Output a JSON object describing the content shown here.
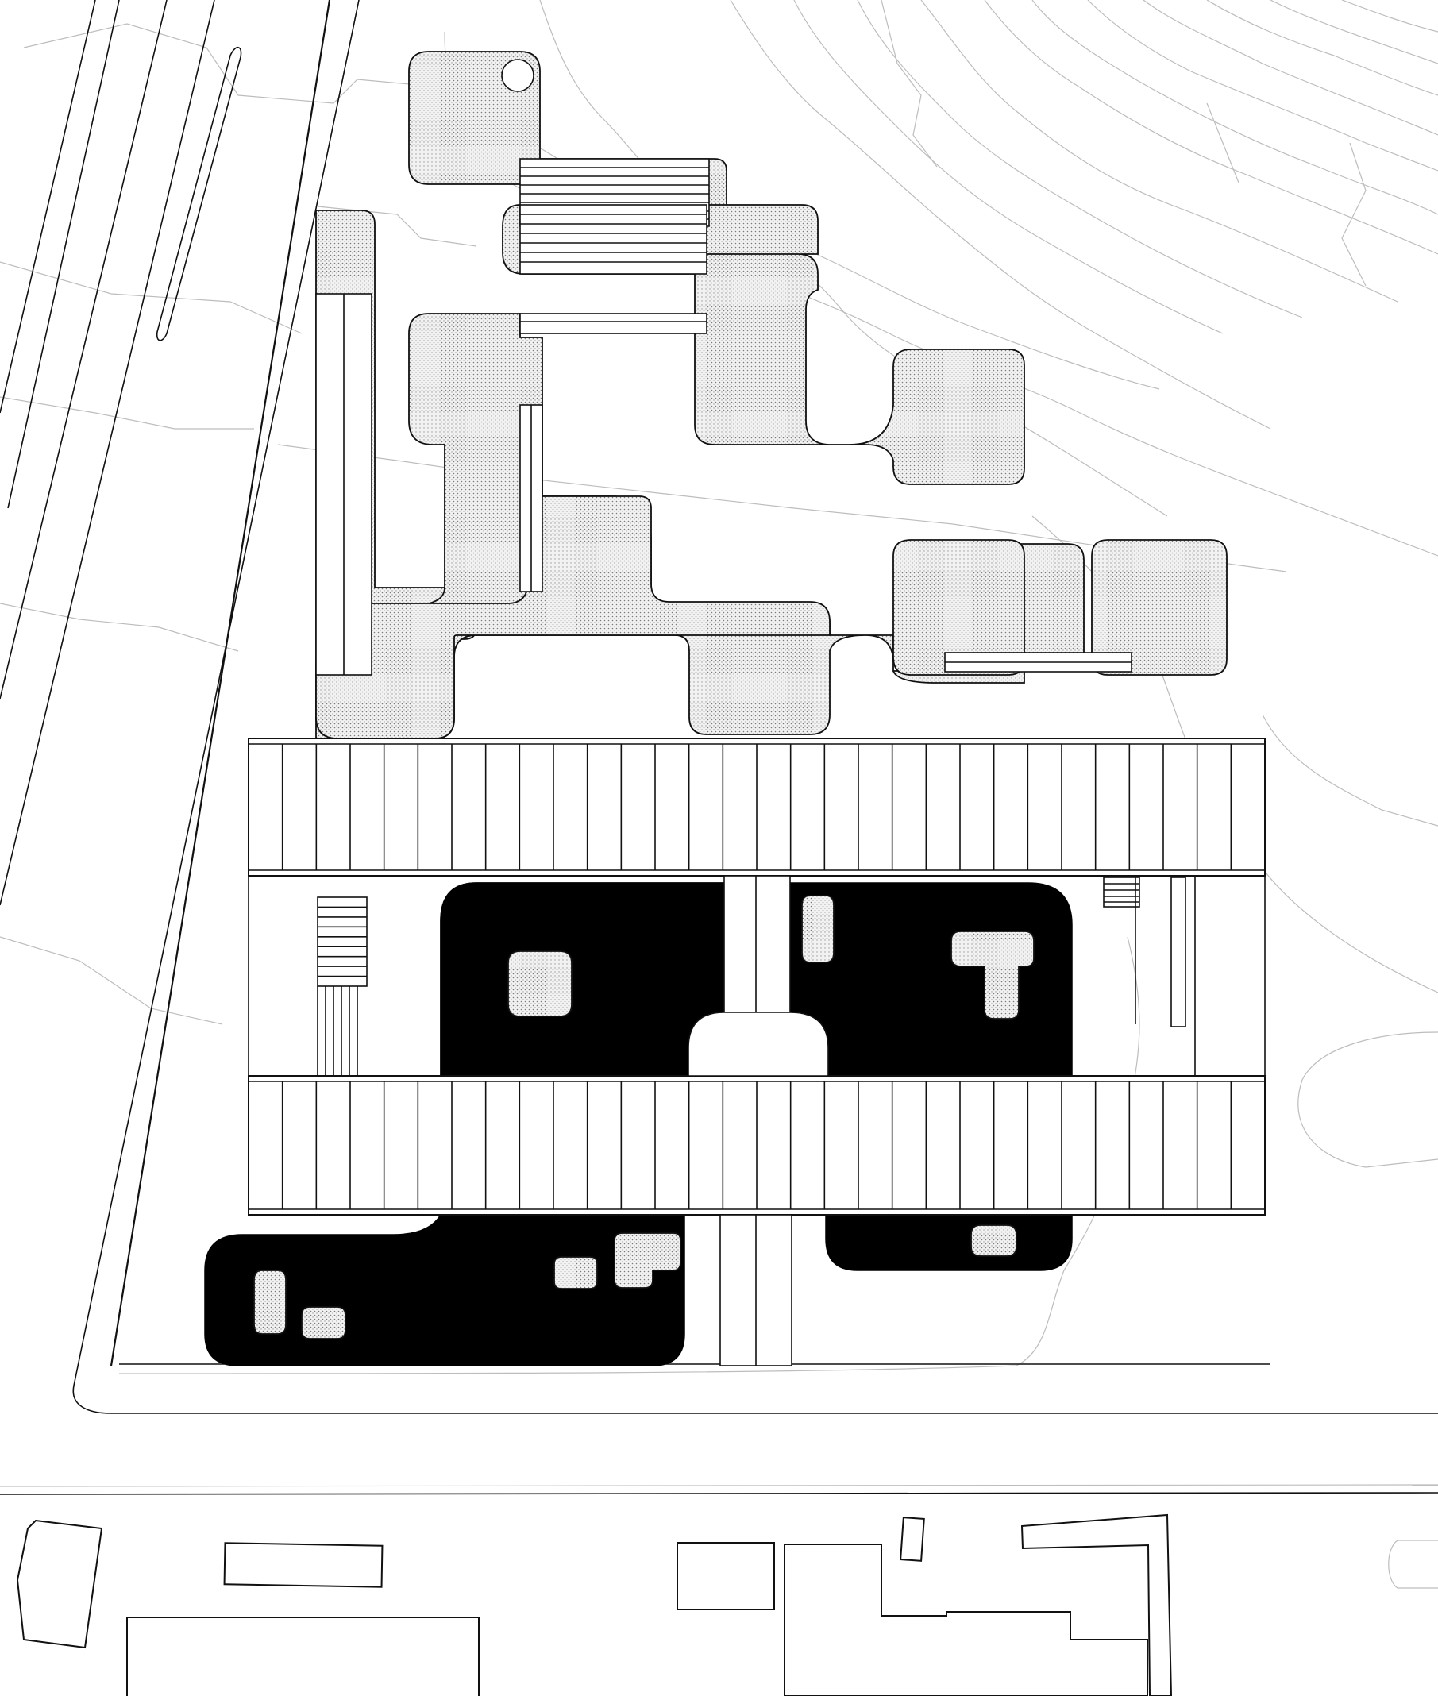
{
  "drawing": {
    "background": "#ffffff",
    "ink": "#111111",
    "contour_color": "#bdbdbd",
    "dark_fill": "#000000",
    "paved_texture": "dotted-hatch",
    "bar_panel_count": 30,
    "stair_step_count": 9
  }
}
